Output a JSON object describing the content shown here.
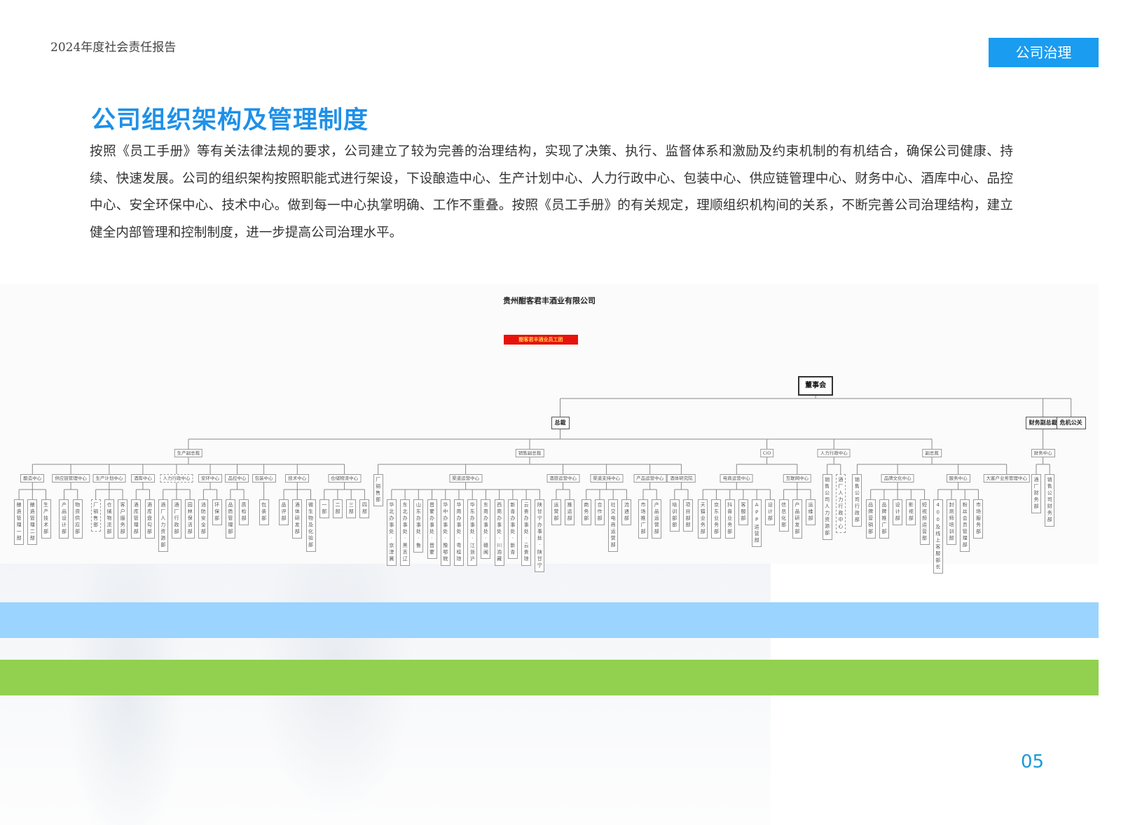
{
  "header": {
    "report_title": "2024年度社会责任报告",
    "section_tab": "公司治理"
  },
  "main": {
    "title": "公司组织架构及管理制度",
    "paragraph": "按照《员工手册》等有关法律法规的要求，公司建立了较为完善的治理结构，实现了决策、执行、监督体系和激励及约束机制的有机结合，确保公司健康、持续、快速发展。公司的组织架构按照职能式进行架设，下设酿造中心、生产计划中心、人力行政中心、包装中心、供应链管理中心、财务中心、酒库中心、品控中心、安全环保中心、技术中心。做到每一中心执掌明确、工作不重叠。按照《员工手册》的有关规定，理顺组织机构间的关系，不断完善公司治理结构，建立健全内部管理和控制制度，进一步提高公司治理水平。"
  },
  "org_chart": {
    "company": "贵州酣客君丰酒业有限公司",
    "banner": "酣客君丰酒业员工团",
    "root": {
      "label": "董事会",
      "children": [
        {
          "label": "总裁",
          "children": [
            {
              "label": "生产副总裁",
              "children": [
                {
                  "label": "酿造中心",
                  "children": [
                    {
                      "label": "酿造管理一部"
                    },
                    {
                      "label": "酿造管理二部"
                    },
                    {
                      "label": "生产技术部"
                    }
                  ]
                },
                {
                  "label": "供应链管理中心",
                  "children": [
                    {
                      "label": "产品设计部"
                    },
                    {
                      "label": "物资供应部"
                    }
                  ]
                },
                {
                  "label": "生产计划中心",
                  "children": [
                    {
                      "label": "厂销售部",
                      "dashed": true
                    },
                    {
                      "label": "仓储物流部"
                    },
                    {
                      "label": "客户服务部"
                    }
                  ]
                },
                {
                  "label": "酒库中心",
                  "children": [
                    {
                      "label": "酒库管理部"
                    },
                    {
                      "label": "酒库盘勾部"
                    }
                  ]
                },
                {
                  "label": "人力行政中心",
                  "dashed": true,
                  "children": [
                    {
                      "label": "酒厂人力资源部"
                    },
                    {
                      "label": "酒厂行政部"
                    },
                    {
                      "label": "园林保洁部"
                    }
                  ]
                },
                {
                  "label": "安环中心",
                  "children": [
                    {
                      "label": "消防安全部"
                    },
                    {
                      "label": "环保部"
                    }
                  ]
                },
                {
                  "label": "品控中心",
                  "children": [
                    {
                      "label": "品质管理部"
                    },
                    {
                      "label": "质检部"
                    }
                  ]
                },
                {
                  "label": "包装中心",
                  "children": [
                    {
                      "label": "包装部"
                    }
                  ]
                },
                {
                  "label": "技术中心",
                  "children": [
                    {
                      "label": "品评部"
                    },
                    {
                      "label": "酒体研发部"
                    },
                    {
                      "label": "微生物及化验部"
                    }
                  ]
                },
                {
                  "label": "仓储物流中心",
                  "children": [
                    {
                      "label": "一部"
                    },
                    {
                      "label": "二部"
                    },
                    {
                      "label": "三部"
                    },
                    {
                      "label": "四部"
                    }
                  ]
                }
              ]
            },
            {
              "label": "销售副总裁",
              "children": [
                {
                  "label": "厂销售部"
                },
                {
                  "label": "渠道运营中心",
                  "children": [
                    {
                      "label": "华北办事处·京津冀"
                    },
                    {
                      "label": "东北办事处·黑吉辽"
                    },
                    {
                      "label": "山东办事处·鲁"
                    },
                    {
                      "label": "晋蒙办事处·晋蒙"
                    },
                    {
                      "label": "华中办事处·豫鄂皖"
                    },
                    {
                      "label": "华南办事处·粤桂琼"
                    },
                    {
                      "label": "华东办事处·江浙沪"
                    },
                    {
                      "label": "东南办事处·赣闽"
                    },
                    {
                      "label": "西南办事处·川渝藏"
                    },
                    {
                      "label": "新青办事处·新青"
                    },
                    {
                      "label": "云贵办事处·云贵琼"
                    },
                    {
                      "label": "陕甘宁办事处·陕甘宁"
                    }
                  ]
                },
                {
                  "label": "酒旅运营中心",
                  "children": [
                    {
                      "label": "运营部"
                    },
                    {
                      "label": "推运部"
                    }
                  ]
                },
                {
                  "label": "渠道支持中心",
                  "children": [
                    {
                      "label": "商务部"
                    },
                    {
                      "label": "合作部"
                    },
                    {
                      "label": "社交电商运营部"
                    },
                    {
                      "label": "流通部"
                    }
                  ]
                },
                {
                  "label": "产品运营中心",
                  "children": [
                    {
                      "label": "市场推广部"
                    },
                    {
                      "label": "产品运营部"
                    }
                  ]
                },
                {
                  "label": "酒体研究院",
                  "children": [
                    {
                      "label": "培训部部"
                    },
                    {
                      "label": "项目部部"
                    }
                  ]
                }
              ]
            },
            {
              "label": "CIO",
              "children": [
                {
                  "label": "电商运营中心",
                  "children": [
                    {
                      "label": "天猫业务部"
                    },
                    {
                      "label": "京东业务部"
                    },
                    {
                      "label": "抖音业务部"
                    },
                    {
                      "label": "客服部"
                    },
                    {
                      "label": "APP运营部"
                    },
                    {
                      "label": "设计部"
                    }
                  ]
                },
                {
                  "label": "互联网中心",
                  "children": [
                    {
                      "label": "信息化部"
                    },
                    {
                      "label": "产品研发部"
                    },
                    {
                      "label": "运维部"
                    }
                  ]
                }
              ]
            },
            {
              "label": "人力行政中心",
              "children": [
                {
                  "label": "销售公司人力资源部"
                },
                {
                  "label": "酒厂人力行政中心",
                  "dashed": true
                }
              ]
            },
            {
              "label": "副总裁",
              "children": [
                {
                  "label": "销售公司行政部"
                },
                {
                  "label": "品牌文化中心",
                  "children": [
                    {
                      "label": "品牌营销部"
                    },
                    {
                      "label": "品牌推广部"
                    },
                    {
                      "label": "设计部"
                    },
                    {
                      "label": "影视部"
                    },
                    {
                      "label": "短视频运营部"
                    }
                  ]
                },
                {
                  "label": "服务中心",
                  "children": [
                    {
                      "label": "400及线上客服部长"
                    },
                    {
                      "label": "封测师培训部"
                    },
                    {
                      "label": "粉丝会员管理部"
                    },
                    {
                      "label": "市场服务部"
                    }
                  ]
                },
                {
                  "label": "大客户业务管理中心",
                  "children": []
                }
              ]
            }
          ]
        },
        {
          "label": "财务副总裁",
          "children": [
            {
              "label": "财务中心",
              "children": [
                {
                  "label": "酒厂财务部"
                },
                {
                  "label": "销售公司财务部"
                }
              ]
            }
          ]
        },
        {
          "label": "危机公关",
          "children": []
        }
      ]
    }
  },
  "footer": {
    "page_number": "05"
  },
  "colors": {
    "accent_blue": "#1a9cf0",
    "stripe_blue": "#9bd4fe",
    "stripe_green": "#92d050",
    "banner_red": "#e8120c"
  }
}
